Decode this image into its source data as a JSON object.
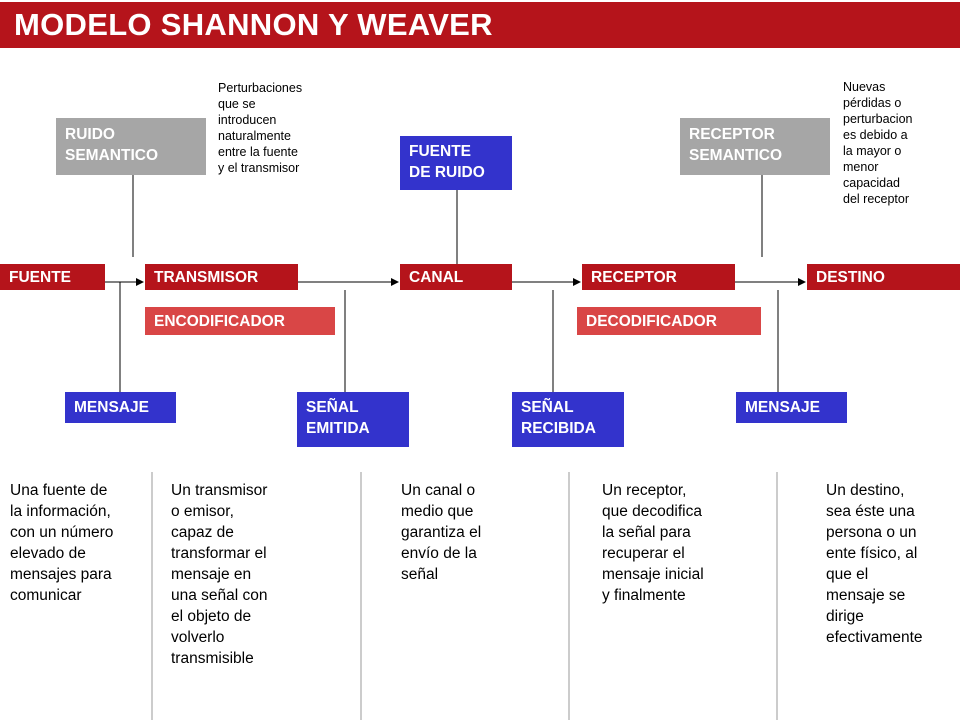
{
  "title": "MODELO SHANNON Y WEAVER",
  "colors": {
    "accent_red": "#b5141b",
    "light_red": "#d94646",
    "gray": "#a6a6a6",
    "blue": "#3333cc"
  },
  "flow": {
    "fuente": "FUENTE",
    "transmisor": "TRANSMISOR",
    "canal": "CANAL",
    "receptor": "RECEPTOR",
    "destino": "DESTINO"
  },
  "sub": {
    "encodificador": "ENCODIFICADOR",
    "decodificador": "DECODIFICADOR"
  },
  "top": {
    "ruido_semantico": "RUIDO\nSEMANTICO",
    "fuente_ruido": "FUENTE\nDE RUIDO",
    "receptor_semantico": "RECEPTOR\nSEMANTICO"
  },
  "bottom": {
    "mensaje1": "MENSAJE",
    "senal_emitida": "SEÑAL\nEMITIDA",
    "senal_recibida": "SEÑAL\nRECIBIDA",
    "mensaje2": "MENSAJE"
  },
  "notes": {
    "perturbaciones": "Perturbaciones\nque se\nintroducen\nnaturalmente\nentre la fuente\ny el transmisor",
    "nuevas": "Nuevas\npérdidas o\nperturbacion\nes debido a\nla mayor o\nmenor\ncapacidad\ndel receptor"
  },
  "descriptions": {
    "fuente": "Una fuente de\nla información,\ncon un número\nelevado de\nmensajes para\ncomunicar",
    "transmisor": "Un transmisor\no emisor,\ncapaz de\ntransformar el\nmensaje en\nuna señal con\nel objeto de\nvolverlo\ntransmisible",
    "canal": "Un canal o\nmedio que\ngarantiza el\nenvío de la\nseñal",
    "receptor": "Un receptor,\nque decodifica\nla señal para\nrecuperar el\nmensaje inicial\ny finalmente",
    "destino": "Un destino,\nsea éste una\npersona o un\nente físico, al\nque el\nmensaje se\ndirige\nefectivamente"
  }
}
